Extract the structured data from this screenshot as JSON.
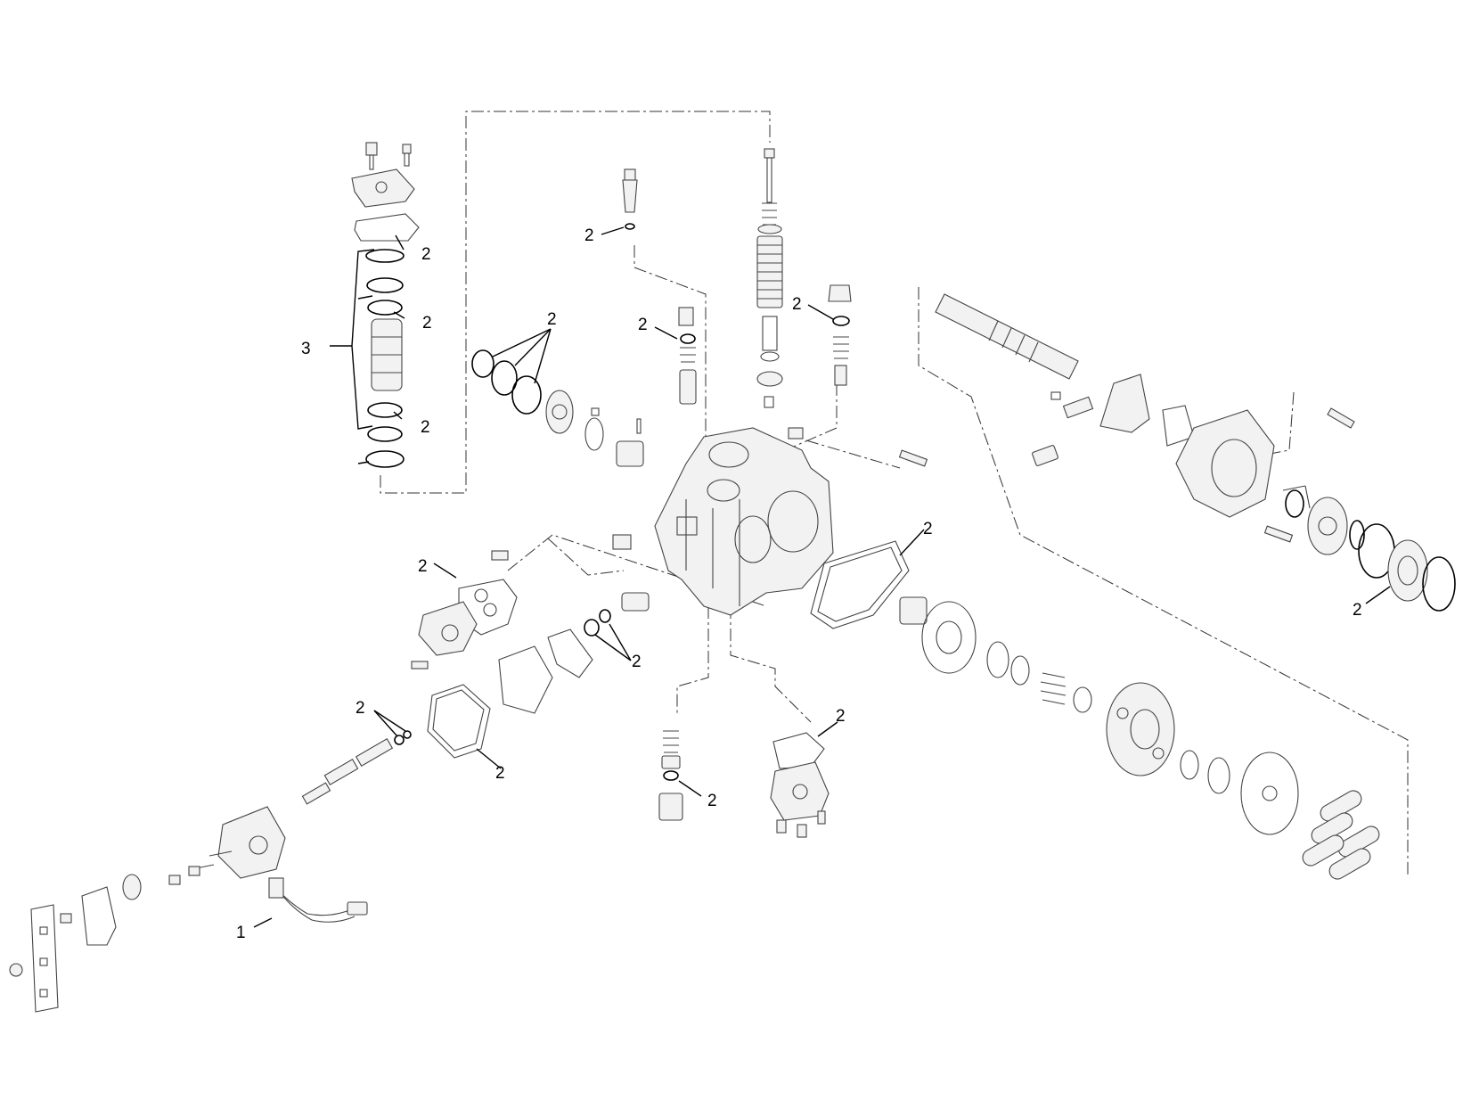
{
  "callouts": {
    "c1": "1",
    "c2": "2",
    "c3": "3"
  }
}
